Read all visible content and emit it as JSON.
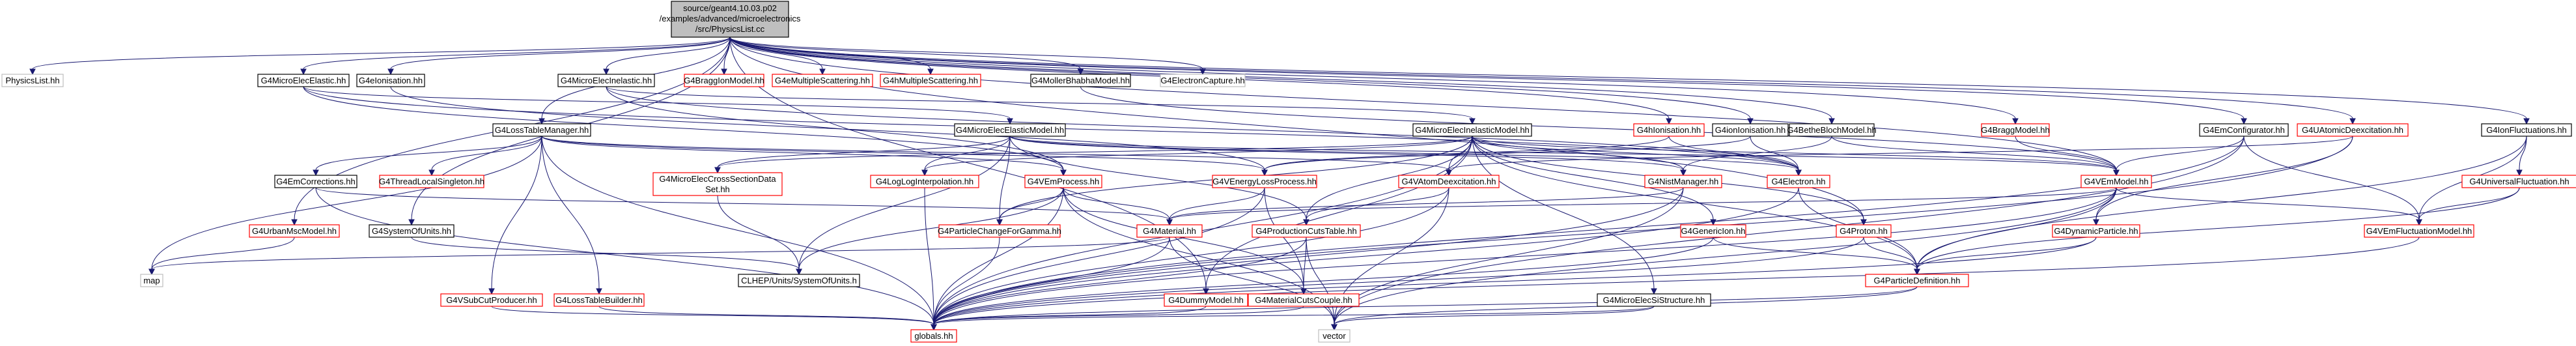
{
  "diagram": {
    "root": {
      "id": "root",
      "lines": [
        "source/geant4.10.03.p02",
        "/examples/advanced/microelectronics",
        "/src/PhysicsList.cc"
      ]
    },
    "nodes": [
      {
        "id": "PhysicsList",
        "label": "PhysicsList.hh",
        "style": "gray"
      },
      {
        "id": "G4MicroElecElastic",
        "label": "G4MicroElecElastic.hh",
        "style": "black"
      },
      {
        "id": "G4eIonisation",
        "label": "G4eIonisation.hh",
        "style": "black"
      },
      {
        "id": "G4MicroElecInelastic",
        "label": "G4MicroElecInelastic.hh",
        "style": "black"
      },
      {
        "id": "G4BraggIonModel",
        "label": "G4BraggIonModel.hh",
        "style": "red"
      },
      {
        "id": "G4eMultipleScattering",
        "label": "G4eMultipleScattering.hh",
        "style": "red"
      },
      {
        "id": "G4hMultipleScattering",
        "label": "G4hMultipleScattering.hh",
        "style": "red"
      },
      {
        "id": "G4MollerBhabhaModel",
        "label": "G4MollerBhabhaModel.hh",
        "style": "black"
      },
      {
        "id": "G4ElectronCapture",
        "label": "G4ElectronCapture.hh",
        "style": "gray"
      },
      {
        "id": "G4LossTableManager",
        "label": "G4LossTableManager.hh",
        "style": "black"
      },
      {
        "id": "G4MicroElecElasticModel",
        "label": "G4MicroElecElasticModel.hh",
        "style": "black"
      },
      {
        "id": "G4MicroElecInelasticModel",
        "label": "G4MicroElecInelasticModel.hh",
        "style": "black"
      },
      {
        "id": "G4hIonisation",
        "label": "G4hIonisation.hh",
        "style": "red"
      },
      {
        "id": "G4ionIonisation",
        "label": "G4ionIonisation.hh",
        "style": "black"
      },
      {
        "id": "G4BetheBlochModel",
        "label": "G4BetheBlochModel.hh",
        "style": "black"
      },
      {
        "id": "G4BraggModel",
        "label": "G4BraggModel.hh",
        "style": "red"
      },
      {
        "id": "G4EmConfigurator",
        "label": "G4EmConfigurator.hh",
        "style": "black"
      },
      {
        "id": "G4UAtomicDeexcitation",
        "label": "G4UAtomicDeexcitation.hh",
        "style": "red"
      },
      {
        "id": "G4IonFluctuations",
        "label": "G4IonFluctuations.hh",
        "style": "black"
      },
      {
        "id": "G4EmCorrections",
        "label": "G4EmCorrections.hh",
        "style": "black"
      },
      {
        "id": "G4ThreadLocalSingleton",
        "label": "G4ThreadLocalSingleton.hh",
        "style": "red"
      },
      {
        "id": "G4MicroElecCrossSectionDataSet",
        "label": "G4MicroElecCrossSectionData",
        "label2": "Set.hh",
        "style": "red"
      },
      {
        "id": "G4LogLogInterpolation",
        "label": "G4LogLogInterpolation.hh",
        "style": "red"
      },
      {
        "id": "G4VEmProcess",
        "label": "G4VEmProcess.hh",
        "style": "red"
      },
      {
        "id": "G4VEnergyLossProcess",
        "label": "G4VEnergyLossProcess.hh",
        "style": "red"
      },
      {
        "id": "G4VAtomDeexcitation",
        "label": "G4VAtomDeexcitation.hh",
        "style": "red"
      },
      {
        "id": "G4NistManager",
        "label": "G4NistManager.hh",
        "style": "red"
      },
      {
        "id": "G4Electron",
        "label": "G4Electron.hh",
        "style": "red"
      },
      {
        "id": "G4VEmModel",
        "label": "G4VEmModel.hh",
        "style": "red"
      },
      {
        "id": "G4UniversalFluctuation",
        "label": "G4UniversalFluctuation.hh",
        "style": "red"
      },
      {
        "id": "G4UrbanMscModel",
        "label": "G4UrbanMscModel.hh",
        "style": "red"
      },
      {
        "id": "G4SystemOfUnits",
        "label": "G4SystemOfUnits.hh",
        "style": "black"
      },
      {
        "id": "G4ParticleChangeForGamma",
        "label": "G4ParticleChangeForGamma.hh",
        "style": "red"
      },
      {
        "id": "G4Material",
        "label": "G4Material.hh",
        "style": "red"
      },
      {
        "id": "G4ProductionCutsTable",
        "label": "G4ProductionCutsTable.hh",
        "style": "red"
      },
      {
        "id": "G4GenericIon",
        "label": "G4GenericIon.hh",
        "style": "red"
      },
      {
        "id": "G4Proton",
        "label": "G4Proton.hh",
        "style": "red"
      },
      {
        "id": "G4DynamicParticle",
        "label": "G4DynamicParticle.hh",
        "style": "red"
      },
      {
        "id": "G4VEmFluctuationModel",
        "label": "G4VEmFluctuationModel.hh",
        "style": "red"
      },
      {
        "id": "map",
        "label": "map",
        "style": "gray"
      },
      {
        "id": "CLHEP",
        "label": "CLHEP/Units/SystemOfUnits.h",
        "style": "black"
      },
      {
        "id": "G4ParticleDefinition",
        "label": "G4ParticleDefinition.hh",
        "style": "red"
      },
      {
        "id": "G4VSubCutProducer",
        "label": "G4VSubCutProducer.hh",
        "style": "red"
      },
      {
        "id": "G4LossTableBuilder",
        "label": "G4LossTableBuilder.hh",
        "style": "red"
      },
      {
        "id": "G4DummyModel",
        "label": "G4DummyModel.hh",
        "style": "red"
      },
      {
        "id": "G4MaterialCutsCouple",
        "label": "G4MaterialCutsCouple.hh",
        "style": "red"
      },
      {
        "id": "G4MicroElecSiStructure",
        "label": "G4MicroElecSiStructure.hh",
        "style": "black"
      },
      {
        "id": "globals",
        "label": "globals.hh",
        "style": "red"
      },
      {
        "id": "vector",
        "label": "vector",
        "style": "gray"
      }
    ],
    "edges": [
      [
        "root",
        "PhysicsList"
      ],
      [
        "root",
        "G4MicroElecElastic"
      ],
      [
        "root",
        "G4eIonisation"
      ],
      [
        "root",
        "G4MicroElecInelastic"
      ],
      [
        "root",
        "G4BraggIonModel"
      ],
      [
        "root",
        "G4eMultipleScattering"
      ],
      [
        "root",
        "G4hMultipleScattering"
      ],
      [
        "root",
        "G4MollerBhabhaModel"
      ],
      [
        "root",
        "G4ElectronCapture"
      ],
      [
        "root",
        "G4LossTableManager"
      ],
      [
        "root",
        "G4EmConfigurator"
      ],
      [
        "root",
        "G4UAtomicDeexcitation"
      ],
      [
        "root",
        "G4IonFluctuations"
      ],
      [
        "root",
        "G4hIonisation"
      ],
      [
        "root",
        "G4ionIonisation"
      ],
      [
        "root",
        "G4BetheBlochModel"
      ],
      [
        "root",
        "G4BraggModel"
      ],
      [
        "root",
        "G4SystemOfUnits"
      ],
      [
        "root",
        "G4UrbanMscModel"
      ],
      [
        "root",
        "G4DummyModel"
      ],
      [
        "root",
        "G4Proton"
      ],
      [
        "root",
        "G4VEmModel"
      ],
      [
        "G4MicroElecElastic",
        "G4MicroElecElasticModel"
      ],
      [
        "G4MicroElecElastic",
        "G4VEmProcess"
      ],
      [
        "G4MicroElecElastic",
        "G4Electron"
      ],
      [
        "G4eIonisation",
        "G4VEnergyLossProcess"
      ],
      [
        "G4MicroElecInelastic",
        "G4MicroElecInelasticModel"
      ],
      [
        "G4MicroElecInelastic",
        "G4VEmProcess"
      ],
      [
        "G4MicroElecInelastic",
        "G4Electron"
      ],
      [
        "G4MollerBhabhaModel",
        "G4VEmModel"
      ],
      [
        "G4LossTableManager",
        "G4EmCorrections"
      ],
      [
        "G4LossTableManager",
        "G4ThreadLocalSingleton"
      ],
      [
        "G4LossTableManager",
        "G4VEnergyLossProcess"
      ],
      [
        "G4LossTableManager",
        "G4VEmProcess"
      ],
      [
        "G4LossTableManager",
        "G4VSubCutProducer"
      ],
      [
        "G4LossTableManager",
        "G4LossTableBuilder"
      ],
      [
        "G4LossTableManager",
        "map"
      ],
      [
        "G4LossTableManager",
        "globals"
      ],
      [
        "G4LossTableManager",
        "G4VAtomDeexcitation"
      ],
      [
        "G4MicroElecElasticModel",
        "G4MicroElecCrossSectionDataSet"
      ],
      [
        "G4MicroElecElasticModel",
        "G4LogLogInterpolation"
      ],
      [
        "G4MicroElecElasticModel",
        "G4VEmModel"
      ],
      [
        "G4MicroElecElasticModel",
        "G4Electron"
      ],
      [
        "G4MicroElecElasticModel",
        "G4ParticleChangeForGamma"
      ],
      [
        "G4MicroElecElasticModel",
        "G4ProductionCutsTable"
      ],
      [
        "G4MicroElecElasticModel",
        "CLHEP"
      ],
      [
        "G4MicroElecElasticModel",
        "G4NistManager"
      ],
      [
        "G4MicroElecInelasticModel",
        "G4MicroElecCrossSectionDataSet"
      ],
      [
        "G4MicroElecInelasticModel",
        "G4LogLogInterpolation"
      ],
      [
        "G4MicroElecInelasticModel",
        "G4VEmModel"
      ],
      [
        "G4MicroElecInelasticModel",
        "G4Electron"
      ],
      [
        "G4MicroElecInelasticModel",
        "G4VAtomDeexcitation"
      ],
      [
        "G4MicroElecInelasticModel",
        "G4NistManager"
      ],
      [
        "G4MicroElecInelasticModel",
        "G4ProductionCutsTable"
      ],
      [
        "G4MicroElecInelasticModel",
        "G4GenericIon"
      ],
      [
        "G4MicroElecInelasticModel",
        "G4Proton"
      ],
      [
        "G4MicroElecInelasticModel",
        "G4MicroElecSiStructure"
      ],
      [
        "G4MicroElecInelasticModel",
        "G4ParticleChangeForGamma"
      ],
      [
        "G4MicroElecInelasticModel",
        "globals"
      ],
      [
        "G4MicroElecInelasticModel",
        "G4ParticleDefinition"
      ],
      [
        "G4MicroElecInelasticModel",
        "G4DummyModel"
      ],
      [
        "G4hIonisation",
        "G4VEnergyLossProcess"
      ],
      [
        "G4hIonisation",
        "G4Electron"
      ],
      [
        "G4ionIonisation",
        "G4VEnergyLossProcess"
      ],
      [
        "G4ionIonisation",
        "G4Electron"
      ],
      [
        "G4BetheBlochModel",
        "G4VEmModel"
      ],
      [
        "G4BetheBlochModel",
        "G4NistManager"
      ],
      [
        "G4BraggModel",
        "G4VEmModel"
      ],
      [
        "G4EmConfigurator",
        "G4VEmModel"
      ],
      [
        "G4EmConfigurator",
        "G4VEmFluctuationModel"
      ],
      [
        "G4EmConfigurator",
        "globals"
      ],
      [
        "G4EmConfigurator",
        "vector"
      ],
      [
        "G4UAtomicDeexcitation",
        "G4VAtomDeexcitation"
      ],
      [
        "G4UAtomicDeexcitation",
        "G4DynamicParticle"
      ],
      [
        "G4UAtomicDeexcitation",
        "globals"
      ],
      [
        "G4IonFluctuations",
        "G4UniversalFluctuation"
      ],
      [
        "G4IonFluctuations",
        "G4VEmFluctuationModel"
      ],
      [
        "G4IonFluctuations",
        "G4ParticleDefinition"
      ],
      [
        "G4UniversalFluctuation",
        "G4VEmFluctuationModel"
      ],
      [
        "G4UniversalFluctuation",
        "G4ParticleDefinition"
      ],
      [
        "G4EmCorrections",
        "G4Material"
      ],
      [
        "G4EmCorrections",
        "globals"
      ],
      [
        "G4MicroElecCrossSectionDataSet",
        "CLHEP"
      ],
      [
        "G4LogLogInterpolation",
        "globals"
      ],
      [
        "G4VEmProcess",
        "G4Material"
      ],
      [
        "G4VEmProcess",
        "G4ParticleChangeForGamma"
      ],
      [
        "G4VEmProcess",
        "G4MaterialCutsCouple"
      ],
      [
        "G4VEmProcess",
        "CLHEP"
      ],
      [
        "G4VEmProcess",
        "globals"
      ],
      [
        "G4VEmProcess",
        "vector"
      ],
      [
        "G4VEnergyLossProcess",
        "G4Material"
      ],
      [
        "G4VEnergyLossProcess",
        "G4MaterialCutsCouple"
      ],
      [
        "G4VEnergyLossProcess",
        "globals"
      ],
      [
        "G4VAtomDeexcitation",
        "G4ProductionCutsTable"
      ],
      [
        "G4VAtomDeexcitation",
        "globals"
      ],
      [
        "G4VAtomDeexcitation",
        "vector"
      ],
      [
        "G4NistManager",
        "G4Material"
      ],
      [
        "G4NistManager",
        "globals"
      ],
      [
        "G4NistManager",
        "vector"
      ],
      [
        "G4Electron",
        "G4ParticleDefinition"
      ],
      [
        "G4Electron",
        "globals"
      ],
      [
        "G4VEmModel",
        "G4DynamicParticle"
      ],
      [
        "G4VEmModel",
        "G4Material"
      ],
      [
        "G4VEmModel",
        "G4VEmFluctuationModel"
      ],
      [
        "G4VEmModel",
        "G4ParticleDefinition"
      ],
      [
        "G4VEmModel",
        "globals"
      ],
      [
        "G4VEmModel",
        "vector"
      ],
      [
        "G4UrbanMscModel",
        "map"
      ],
      [
        "G4SystemOfUnits",
        "CLHEP"
      ],
      [
        "G4ParticleChangeForGamma",
        "globals"
      ],
      [
        "G4Material",
        "globals"
      ],
      [
        "G4Material",
        "vector"
      ],
      [
        "G4Material",
        "map"
      ],
      [
        "G4ProductionCutsTable",
        "G4MaterialCutsCouple"
      ],
      [
        "G4ProductionCutsTable",
        "globals"
      ],
      [
        "G4ProductionCutsTable",
        "vector"
      ],
      [
        "G4GenericIon",
        "G4ParticleDefinition"
      ],
      [
        "G4GenericIon",
        "globals"
      ],
      [
        "G4Proton",
        "G4ParticleDefinition"
      ],
      [
        "G4Proton",
        "globals"
      ],
      [
        "G4DynamicParticle",
        "G4ParticleDefinition"
      ],
      [
        "G4DynamicParticle",
        "globals"
      ],
      [
        "G4VEmFluctuationModel",
        "globals"
      ],
      [
        "G4ParticleDefinition",
        "globals"
      ],
      [
        "G4ParticleDefinition",
        "vector"
      ],
      [
        "G4VSubCutProducer",
        "globals"
      ],
      [
        "G4LossTableBuilder",
        "globals"
      ],
      [
        "G4DummyModel",
        "globals"
      ],
      [
        "G4MaterialCutsCouple",
        "globals"
      ],
      [
        "G4MicroElecSiStructure",
        "globals"
      ],
      [
        "G4MicroElecSiStructure",
        "vector"
      ]
    ]
  }
}
